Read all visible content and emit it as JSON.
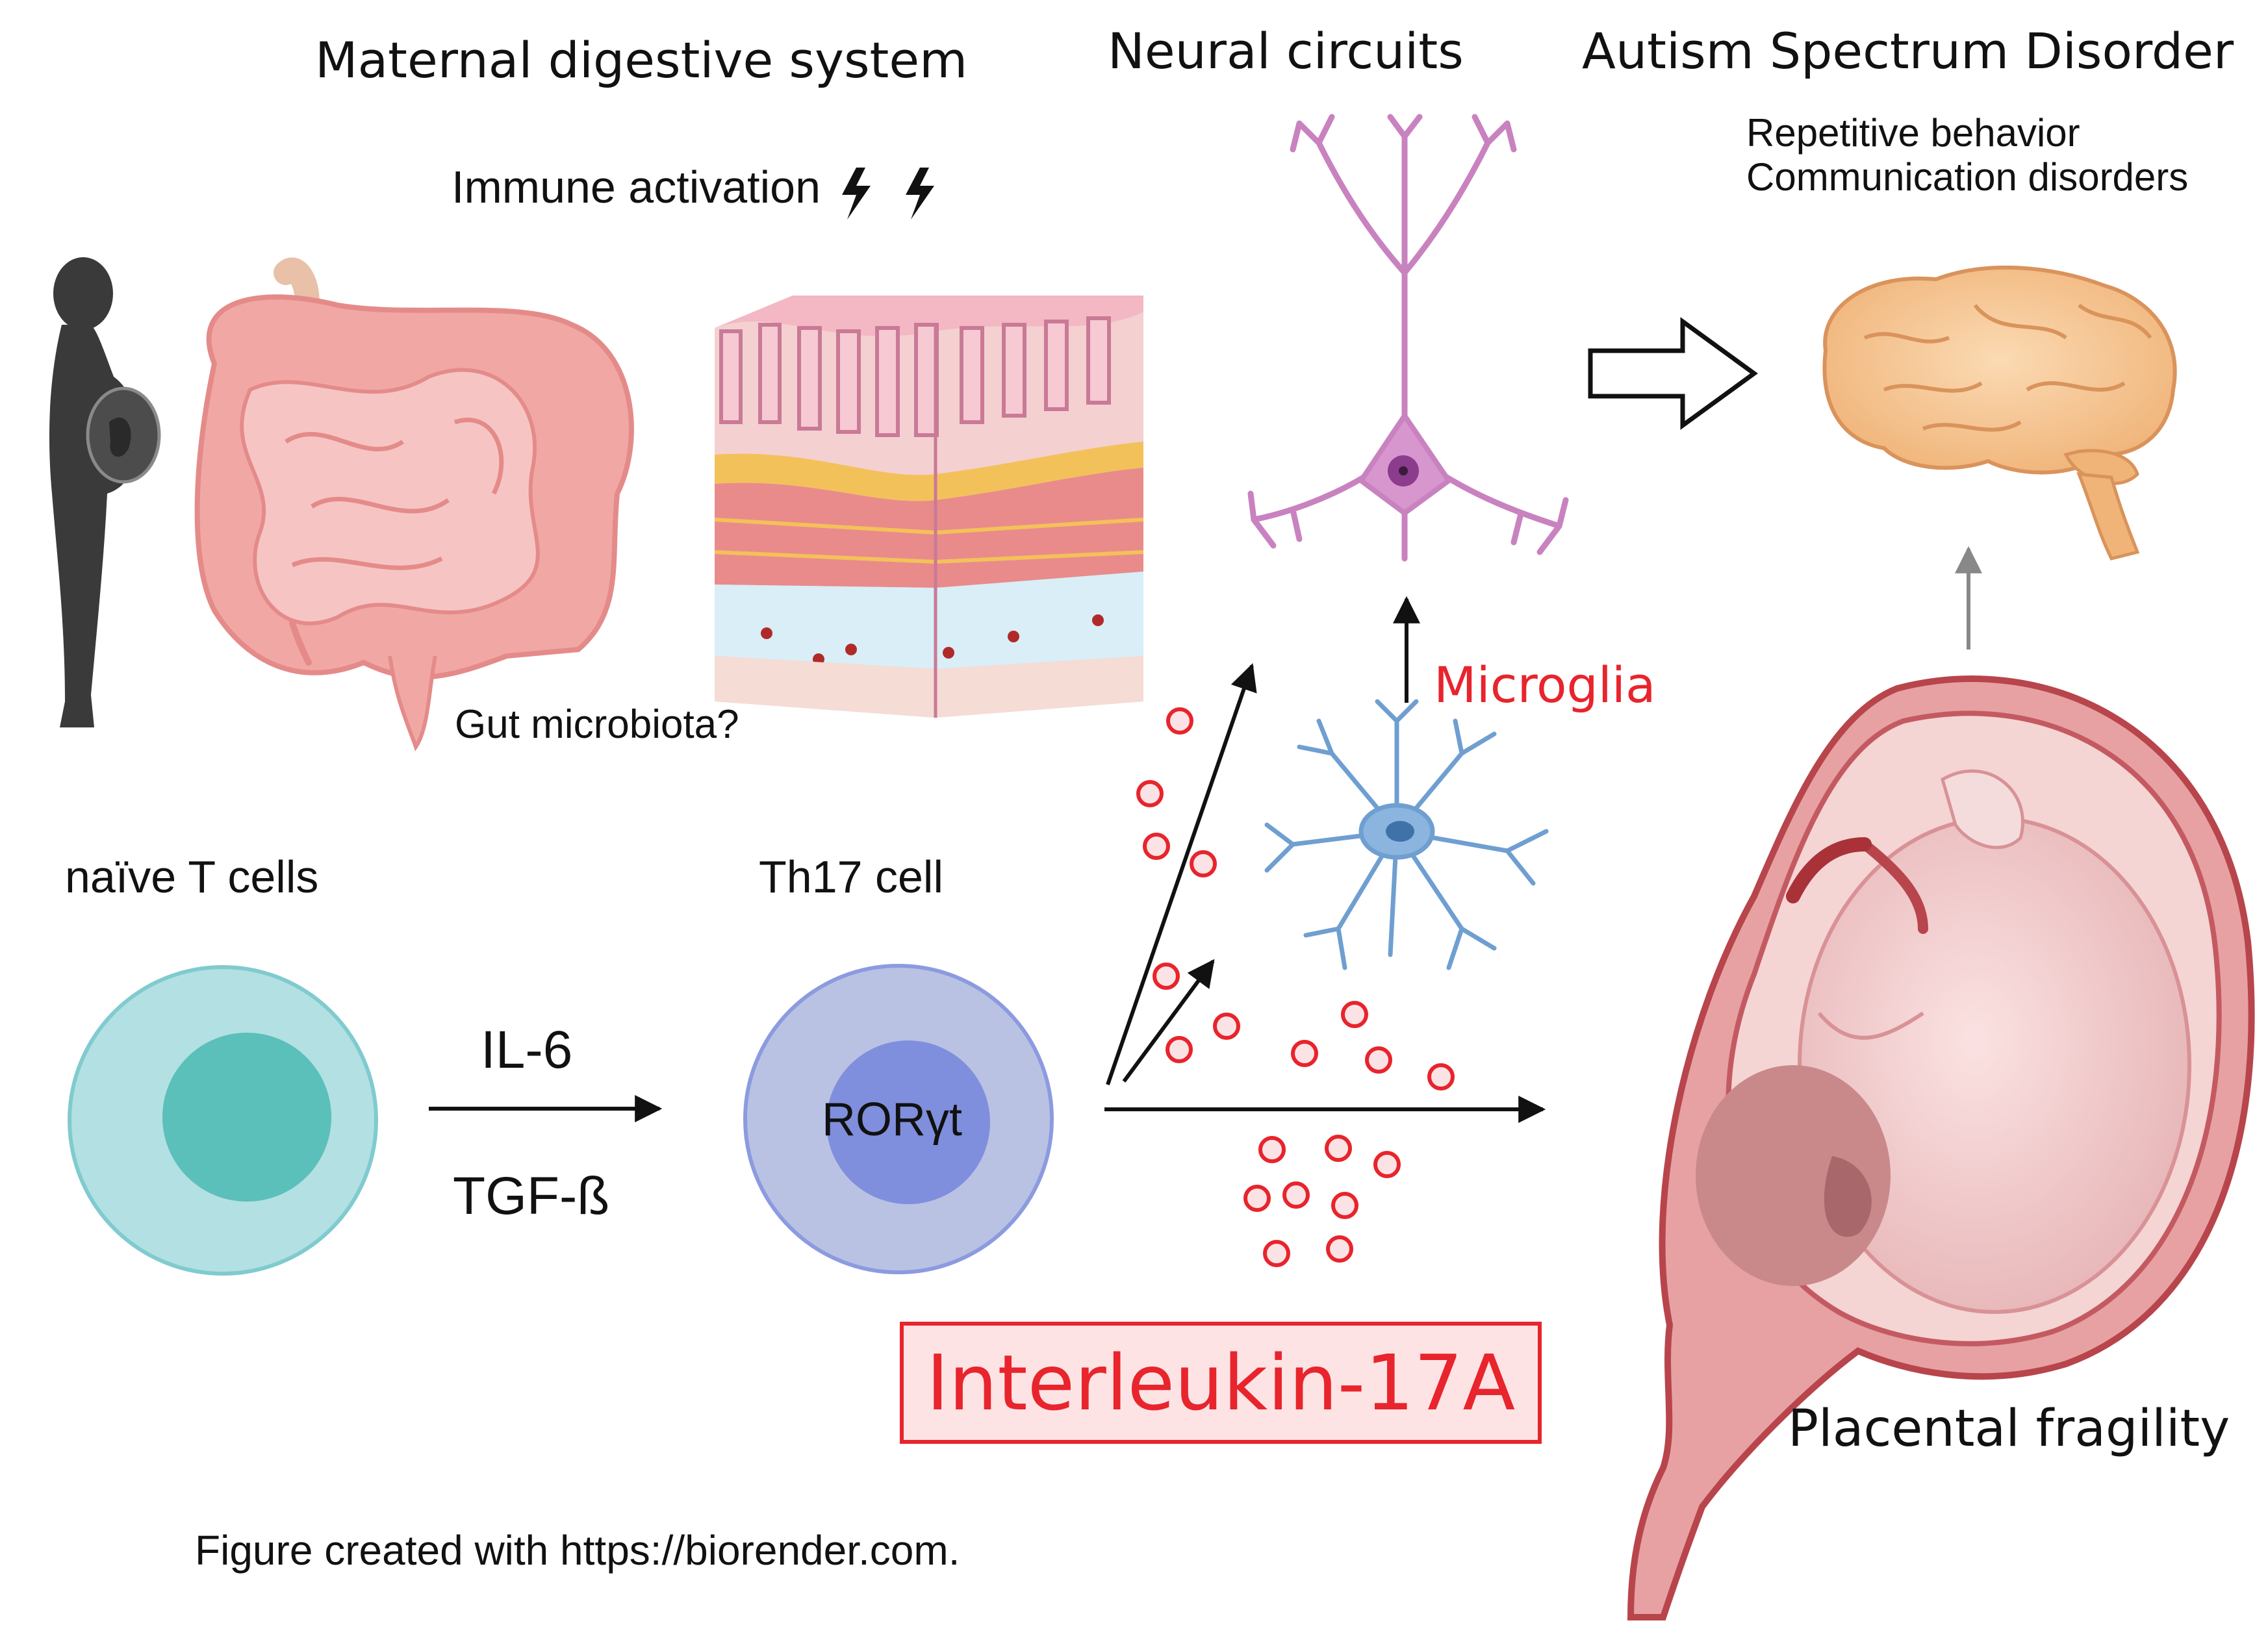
{
  "titles": {
    "maternal": "Maternal digestive system",
    "neural": "Neural circuits",
    "asd": "Autism Spectrum Disorder"
  },
  "immune_activation": "Immune activation",
  "symptoms": [
    "Repetitive behavior",
    "Communication disorders"
  ],
  "gut_microbiota": "Gut microbiota?",
  "cells": {
    "naive": "naïve T cells",
    "th17": "Th17 cell",
    "ror": "RORγt"
  },
  "cytokines": {
    "il6": "IL-6",
    "tgf": "TGF-ß"
  },
  "microglia": "Microglia",
  "interleukin": "Interleukin-17A",
  "placental": "Placental fragility",
  "credit": "Figure created with https://biorender.com.",
  "colors": {
    "red_accent": "#e8242c",
    "naive_outer": "#b3e0e2",
    "naive_inner": "#5bbfba",
    "th17_outer": "#b9c2e3",
    "th17_inner": "#7f8fdd",
    "neuron": "#c982c0",
    "microglia": "#6f9fd0",
    "brain": "#f6c48f",
    "intestine": "#f1a8a5"
  }
}
